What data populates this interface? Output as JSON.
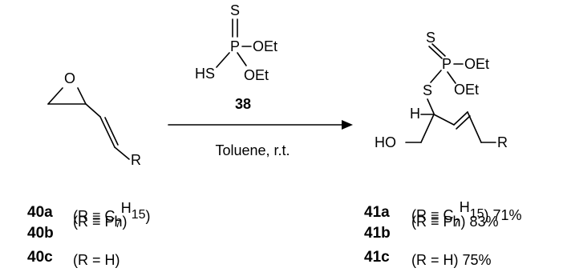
{
  "reagent": {
    "atoms": {
      "s_top": "S",
      "p": "P",
      "oet1": "OEt",
      "hs": "HS",
      "oet2": "OEt"
    },
    "number": "38"
  },
  "reactant": {
    "atoms": {
      "o": "O",
      "r": "R"
    }
  },
  "conditions": "Toluene, r.t.",
  "product": {
    "atoms": {
      "s_top": "S",
      "p": "P",
      "oet1": "OEt",
      "s_link": "S",
      "oet2": "OEt",
      "h": "H",
      "ho": "HO",
      "r": "R"
    }
  },
  "substrates": [
    {
      "id": "40a",
      "detail": "(R ≡ C",
      "detail_sub": "7",
      "detail_mid": "H",
      "detail_sub2": "15",
      "detail_end": ")",
      "overlay": "(R ≡ Ph)"
    },
    {
      "id": "40b"
    },
    {
      "id": "40c",
      "detail": "(R = H)"
    }
  ],
  "products": [
    {
      "id": "41a",
      "detail": "(R ≡ C",
      "detail_sub": "7",
      "detail_mid": "H",
      "detail_sub2": "15",
      "detail_end": ") 71%",
      "overlay": "(R ≡ Ph) 83%"
    },
    {
      "id": "41b"
    },
    {
      "id": "41c",
      "detail": "(R = H) 75%"
    }
  ]
}
